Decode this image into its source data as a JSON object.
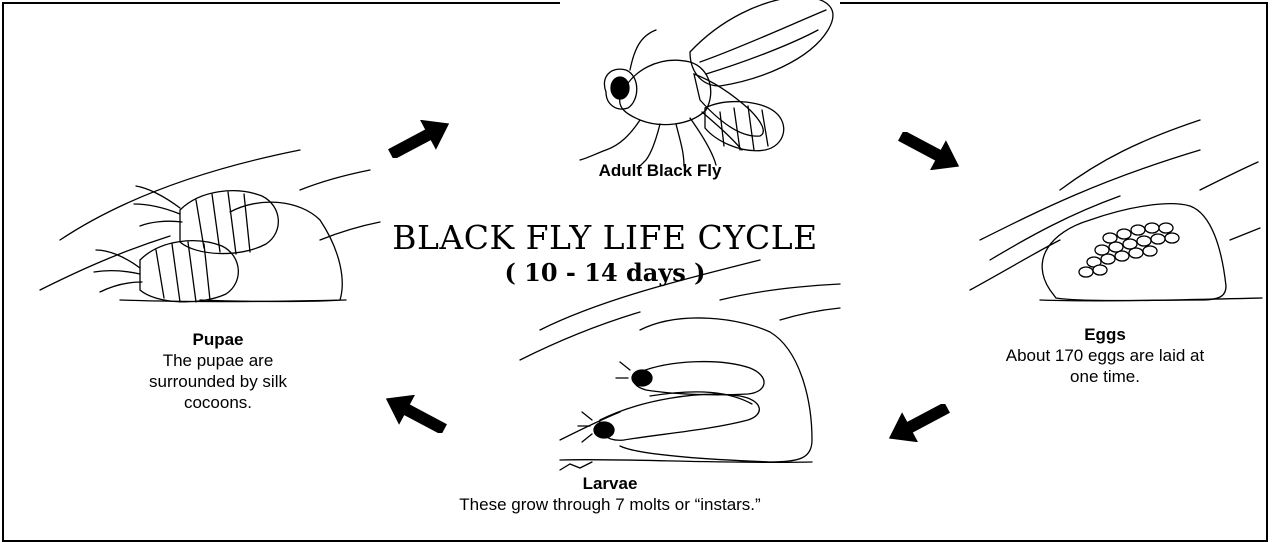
{
  "title": "BLACK FLY LIFE CYCLE",
  "subtitle": "( 10 - 14 days )",
  "stages": {
    "adult": {
      "name": "Adult Black Fly",
      "description": ""
    },
    "eggs": {
      "name": "Eggs",
      "description": "About 170 eggs are laid at one time."
    },
    "larvae": {
      "name": "Larvae",
      "description": "These grow through 7 molts or “instars.”"
    },
    "pupae": {
      "name": "Pupae",
      "description": "The pupae are surrounded by silk cocoons."
    }
  },
  "icons": [
    "black-fly-icon",
    "eggs-on-rock-icon",
    "larvae-on-rock-icon",
    "pupae-on-rock-icon",
    "arrow-icon"
  ],
  "colors": {
    "ink": "#000000",
    "background": "#ffffff"
  }
}
